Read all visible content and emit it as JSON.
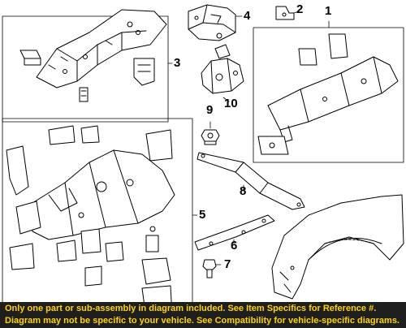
{
  "callouts": {
    "c1": "1",
    "c2": "2",
    "c3": "3",
    "c4": "4",
    "c5": "5",
    "c6": "6",
    "c7": "7",
    "c8": "8",
    "c9": "9",
    "c10": "10"
  },
  "footer": {
    "line1": "Only one part or sub-assembly in diagram included. See Item Specifics for Reference #.",
    "line2": "Diagram may not be specific to your vehicle. See Compatibility for vehicle-specific diagrams."
  },
  "colors": {
    "footer_bg": "#1f1f1f",
    "footer_text": "#ffd400",
    "line": "#000000",
    "part_fill": "#ffffff"
  }
}
